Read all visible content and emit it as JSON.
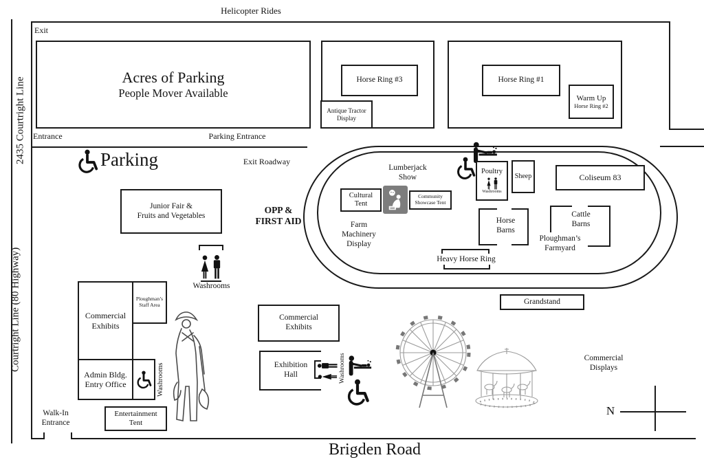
{
  "perimeter": {
    "helicopter_rides": "Helicopter Rides",
    "address": "2435 Courtright Line",
    "road_west": "Courtright Line (80 Highway)",
    "road_south": "Brigden Road",
    "exit": "Exit",
    "entrance": "Entrance",
    "parking_entrance": "Parking Entrance",
    "exit_roadway": "Exit Roadway",
    "walk_in_entrance": "Walk-In\nEntrance"
  },
  "parking_area": {
    "acres": "Acres of Parking",
    "people_mover": "People Mover Available",
    "accessible_label": "Parking"
  },
  "north_buildings": {
    "horse_ring_3": "Horse Ring #3",
    "antique_tractor": "Antique Tractor\nDisplay",
    "horse_ring_1": "Horse Ring #1",
    "warm_up": "Warm Up",
    "horse_ring_2": "Horse Ring #2"
  },
  "infield": {
    "lumberjack_show": "Lumberjack\nShow",
    "cultural_tent": "Cultural\nTent",
    "community_showcase": "Community\nShowcase Tent",
    "poultry": "Poultry",
    "poultry_washrooms": "Washrooms",
    "sheep": "Sheep",
    "coliseum": "Coliseum 83",
    "farm_machinery": "Farm\nMachinery\nDisplay",
    "horse_barns": "Horse\nBarns",
    "cattle_barns": "Cattle\nBarns",
    "ploughmans_farmyard": "Ploughman’s\nFarmyard",
    "heavy_horse_ring": "Heavy Horse Ring",
    "grandstand": "Grandstand"
  },
  "west_grounds": {
    "junior_fair": "Junior Fair &\nFruits and Vegetables",
    "opp_first_aid": "OPP &\nFIRST AID",
    "washrooms": "Washrooms",
    "commercial_exhibits": "Commercial\nExhibits",
    "ploughmans_staff": "Ploughman’s\nStaff Area",
    "admin": "Admin Bldg.\nEntry Office",
    "admin_washrooms": "Washrooms",
    "entertainment_tent": "Entertainment\nTent"
  },
  "midway_south": {
    "commercial_exhibits": "Commercial\nExhibits",
    "exhibition_hall": "Exhibition\nHall",
    "washrooms": "Washrooms",
    "commercial_displays": "Commercial\nDisplays"
  },
  "compass": {
    "north": "N"
  }
}
